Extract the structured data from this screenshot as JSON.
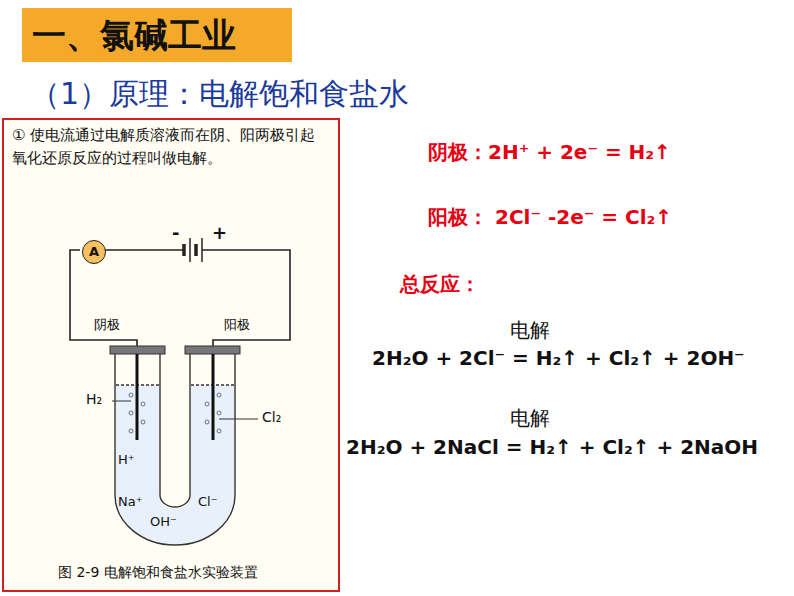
{
  "diagram": {
    "title": "一、氯碱工业",
    "nodes": [
      {
        "text": [
          "① 使电流通过电解质溶液而在阴、阳两极引起氧化还原反应的过程叫做电解。",
          "图 2-9 电解饱和食盐水实验装置"
        ]
      },
      {
        "text": [
          "A"
        ],
        "in": 0
      }
    ],
    "labels": [
      "（1）原理：电解饱和食盐水",
      "-",
      "+",
      "阴极",
      "阳极",
      "H₂",
      "Cl₂",
      "H⁺",
      "Na⁺",
      "OH⁻",
      "Cl⁻",
      "阴极：2H⁺ + 2e⁻ = H₂↑",
      "阳极： 2Cl⁻  -2e⁻ = Cl₂↑",
      "总反应：",
      "电解",
      "2H₂O + 2Cl⁻ = H₂↑ + Cl₂↑ + 2OH⁻",
      "电解",
      "2H₂O + 2NaCl = H₂↑ + Cl₂↑ + 2NaOH"
    ]
  }
}
